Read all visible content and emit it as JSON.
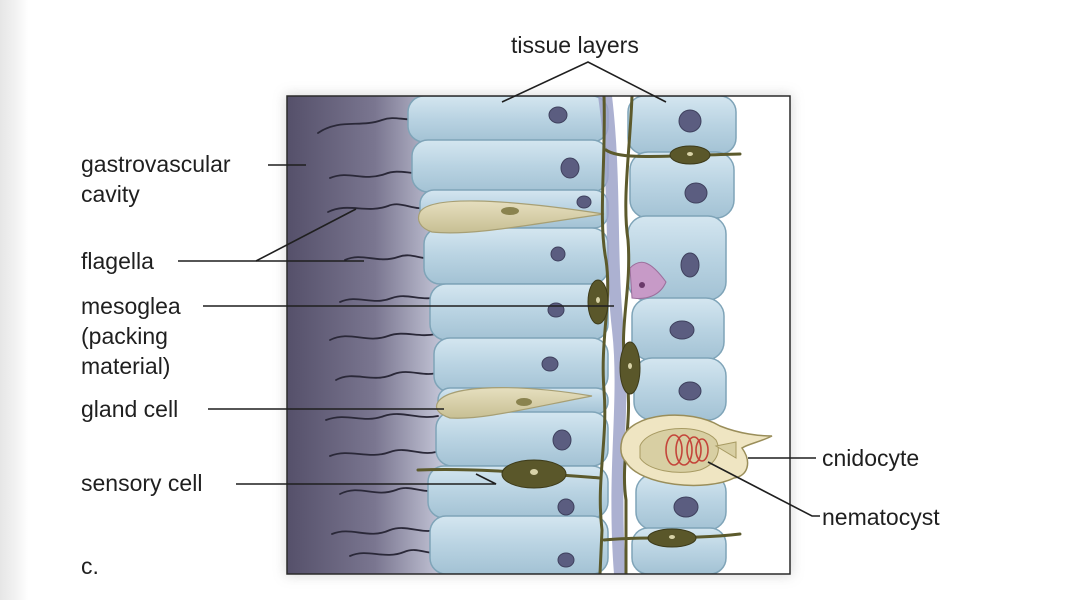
{
  "labels": {
    "tissue_layers": "tissue layers",
    "gastrovascular": [
      "gastrovascular",
      "cavity"
    ],
    "flagella": "flagella",
    "mesoglea": [
      "mesoglea",
      "(packing",
      "material)"
    ],
    "gland_cell": "gland cell",
    "sensory_cell": "sensory cell",
    "cnidocyte": "cnidocyte",
    "nematocyst": "nematocyst",
    "panel": "c."
  },
  "colors": {
    "cell_fill": "#bcd6e4",
    "cell_edge": "#7fa4b8",
    "nucleus": "#5b5d80",
    "cavity": "#6f6a80",
    "neuron": "#5c5a2c",
    "gland": "#d9d2ad",
    "mesoglea": "#9ea3c9",
    "pink_cell": "#c79ac7",
    "nematocyst_thread": "#c4453a"
  }
}
